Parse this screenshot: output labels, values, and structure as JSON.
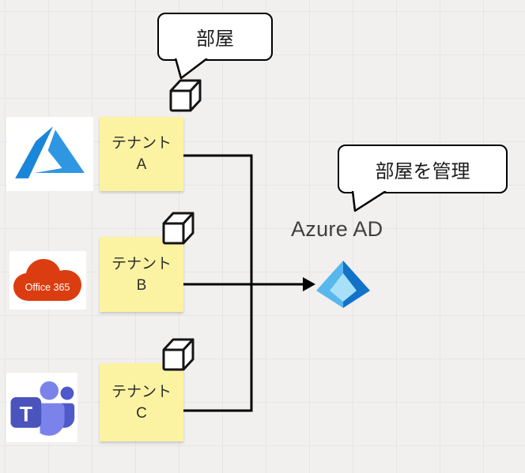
{
  "diagram": {
    "callouts": {
      "room": "部屋",
      "manage": "部屋を管理"
    },
    "tenants": [
      {
        "label": "テナント",
        "letter": "A"
      },
      {
        "label": "テナント",
        "letter": "B"
      },
      {
        "label": "テナント",
        "letter": "C"
      }
    ],
    "azure_ad_label": "Azure AD",
    "office365_label": "Office 365",
    "teams_letter": "T",
    "icons": {
      "azure": "azure-logo",
      "office365": "office365-cloud",
      "teams": "teams-logo",
      "cube": "room-cube-icon",
      "azure_ad": "azure-ad-icon"
    },
    "colors": {
      "note_bg": "#fcf3a2",
      "azure_blue": "#1a86d9",
      "office_red": "#dc3d10",
      "teams_purple": "#4b53bc",
      "teams_light_purple": "#7b83eb",
      "aad_light_blue": "#58b8ee",
      "aad_dark_blue": "#1272c8",
      "connector": "#000000",
      "callout_bg": "#ffffff"
    }
  }
}
